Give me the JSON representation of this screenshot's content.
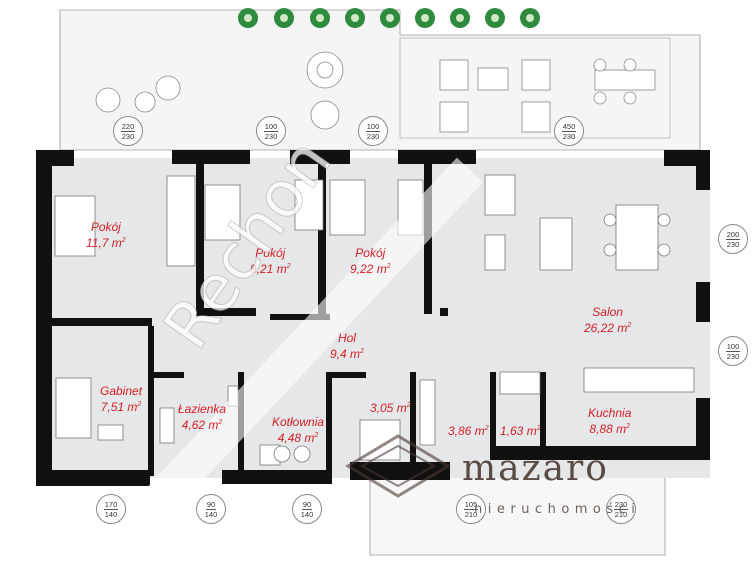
{
  "rooms": [
    {
      "name": "Pokój",
      "area": "11,7 m"
    },
    {
      "name": "Pokój",
      "area": "9,21 m"
    },
    {
      "name": "Pokój",
      "area": "9,22 m"
    },
    {
      "name": "Salon",
      "area": "26,22 m"
    },
    {
      "name": "Hol",
      "area": "9,4 m"
    },
    {
      "name": "Gabinet",
      "area": "7,51 m"
    },
    {
      "name": "Łazienka",
      "area": "4,62 m"
    },
    {
      "name": "Kotłownia",
      "area": "4,48 m"
    },
    {
      "name": "",
      "area": "3,05 m"
    },
    {
      "name": "",
      "area": "3,86 m"
    },
    {
      "name": "",
      "area": "1,63 m"
    },
    {
      "name": "Kuchnia",
      "area": "8,88 m"
    }
  ],
  "dimensions": [
    {
      "top": "220",
      "bottom": "230"
    },
    {
      "top": "100",
      "bottom": "230"
    },
    {
      "top": "100",
      "bottom": "230"
    },
    {
      "top": "450",
      "bottom": "230"
    },
    {
      "top": "200",
      "bottom": "230"
    },
    {
      "top": "100",
      "bottom": "230"
    },
    {
      "top": "170",
      "bottom": "140"
    },
    {
      "top": "90",
      "bottom": "140"
    },
    {
      "top": "90",
      "bottom": "140"
    },
    {
      "top": "105",
      "bottom": "210"
    },
    {
      "top": "230",
      "bottom": "210"
    }
  ],
  "watermark": {
    "brand": "mazaro",
    "subtitle": "nieruchomości",
    "diagonal": "Rechon"
  },
  "colors": {
    "wall": "#111111",
    "floor": "#e6e7e8",
    "label": "#d61f26",
    "brand": "#5a4b45",
    "terrace": "#f3f3f3",
    "tree": "#2e8b3e"
  }
}
